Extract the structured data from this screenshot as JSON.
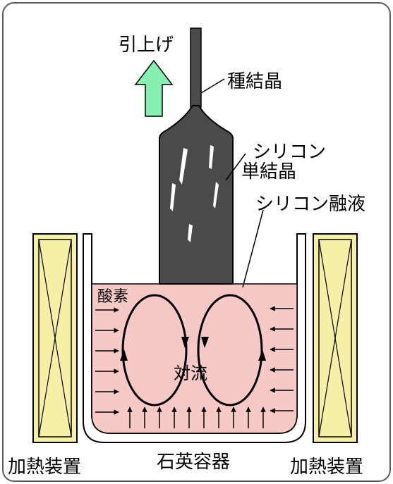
{
  "labels": {
    "pull_up": "引上げ",
    "seed_crystal": "種結晶",
    "single_crystal_line1": "シリコン",
    "single_crystal_line2": "単結晶",
    "melt": "シリコン融液",
    "oxygen": "酸素",
    "convection": "対流",
    "crucible": "石英容器",
    "heater_left": "加熱装置",
    "heater_right": "加熱装置"
  },
  "colors": {
    "frame": "#5a5a5a",
    "crystal": "#4a4a4a",
    "melt": "#f7c9c6",
    "heater": "#f6f0a6",
    "arrow_up": "#86f0b0"
  }
}
